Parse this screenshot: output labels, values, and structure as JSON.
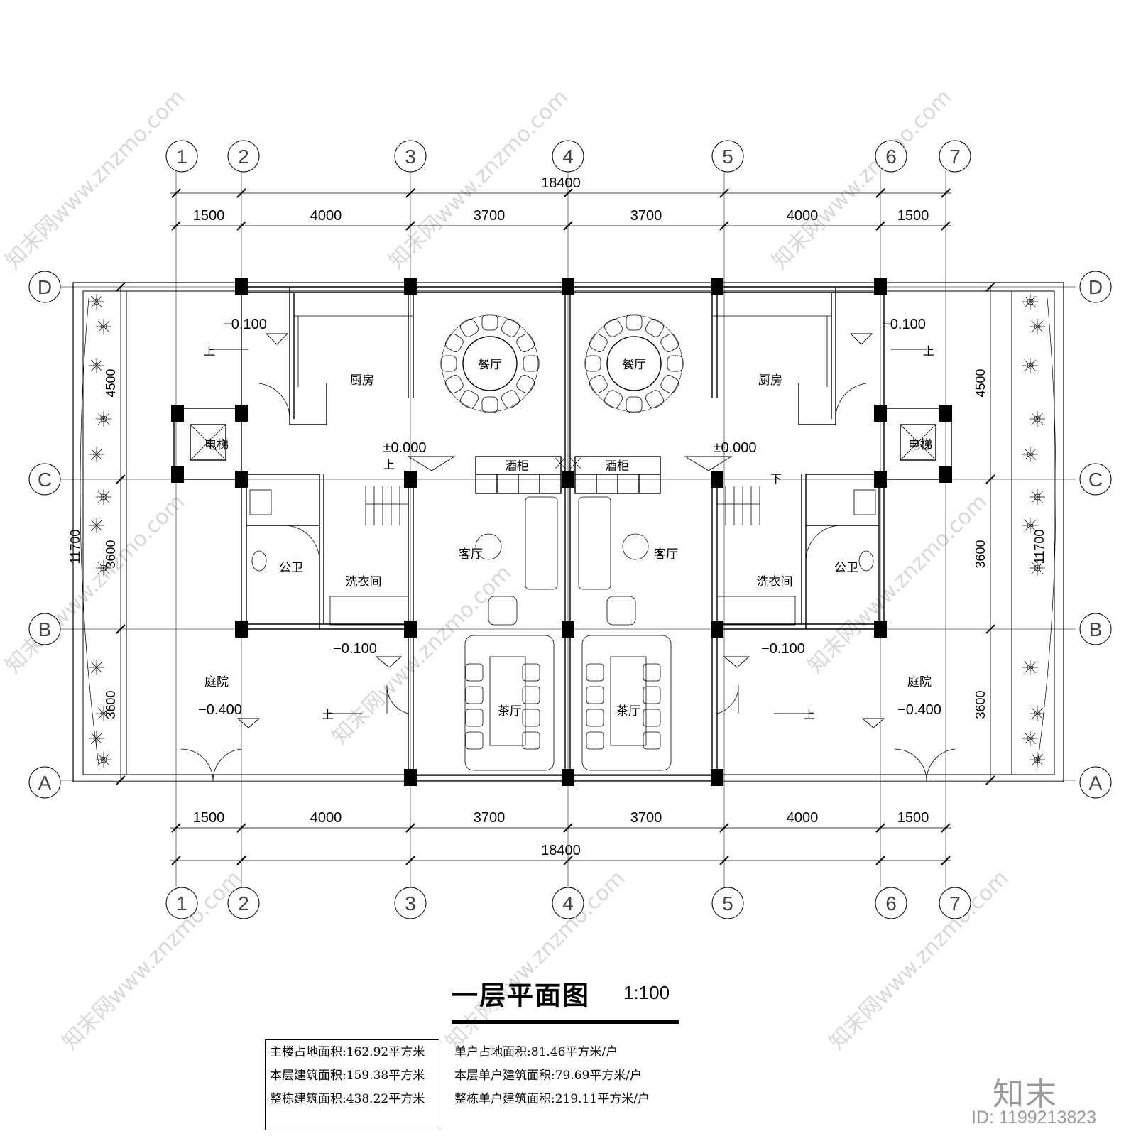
{
  "drawing": {
    "title": "一层平面图",
    "scale": "1:100",
    "axes_vertical": [
      "1",
      "2",
      "3",
      "4",
      "5",
      "6",
      "7"
    ],
    "axes_horizontal": [
      "A",
      "B",
      "C",
      "D"
    ],
    "dims_top": {
      "total": "18400",
      "segments": [
        "1500",
        "4000",
        "3700",
        "3700",
        "4000",
        "1500"
      ]
    },
    "dims_bottom": {
      "total": "18400",
      "segments": [
        "1500",
        "4000",
        "3700",
        "3700",
        "4000",
        "1500"
      ]
    },
    "dims_side": {
      "total": "11700",
      "segments": [
        "3600",
        "3600",
        "4500"
      ]
    },
    "rooms": {
      "kitchen": "厨房",
      "dining": "餐厅",
      "elevator": "电梯",
      "wine_cabinet": "酒柜",
      "living": "客厅",
      "public_toilet": "公卫",
      "laundry": "洗衣间",
      "courtyard": "庭院",
      "tea_room": "茶厅"
    },
    "levels": {
      "entry": "−0.100",
      "indoor": "±0.000",
      "yard": "−0.400",
      "up": "上",
      "down": "下"
    },
    "areas_left": [
      "主楼占地面积:162.92平方米",
      "本层建筑面积:159.38平方米",
      "整栋建筑面积:438.22平方米"
    ],
    "areas_right": [
      "单户占地面积:81.46平方米/户",
      "本层单户建筑面积:79.69平方米/户",
      "整栋单户建筑面积:219.11平方米/户"
    ]
  },
  "watermark": {
    "text": "知末网www.znzmo.com",
    "brand": "知末",
    "id": "ID: 1199213823"
  }
}
